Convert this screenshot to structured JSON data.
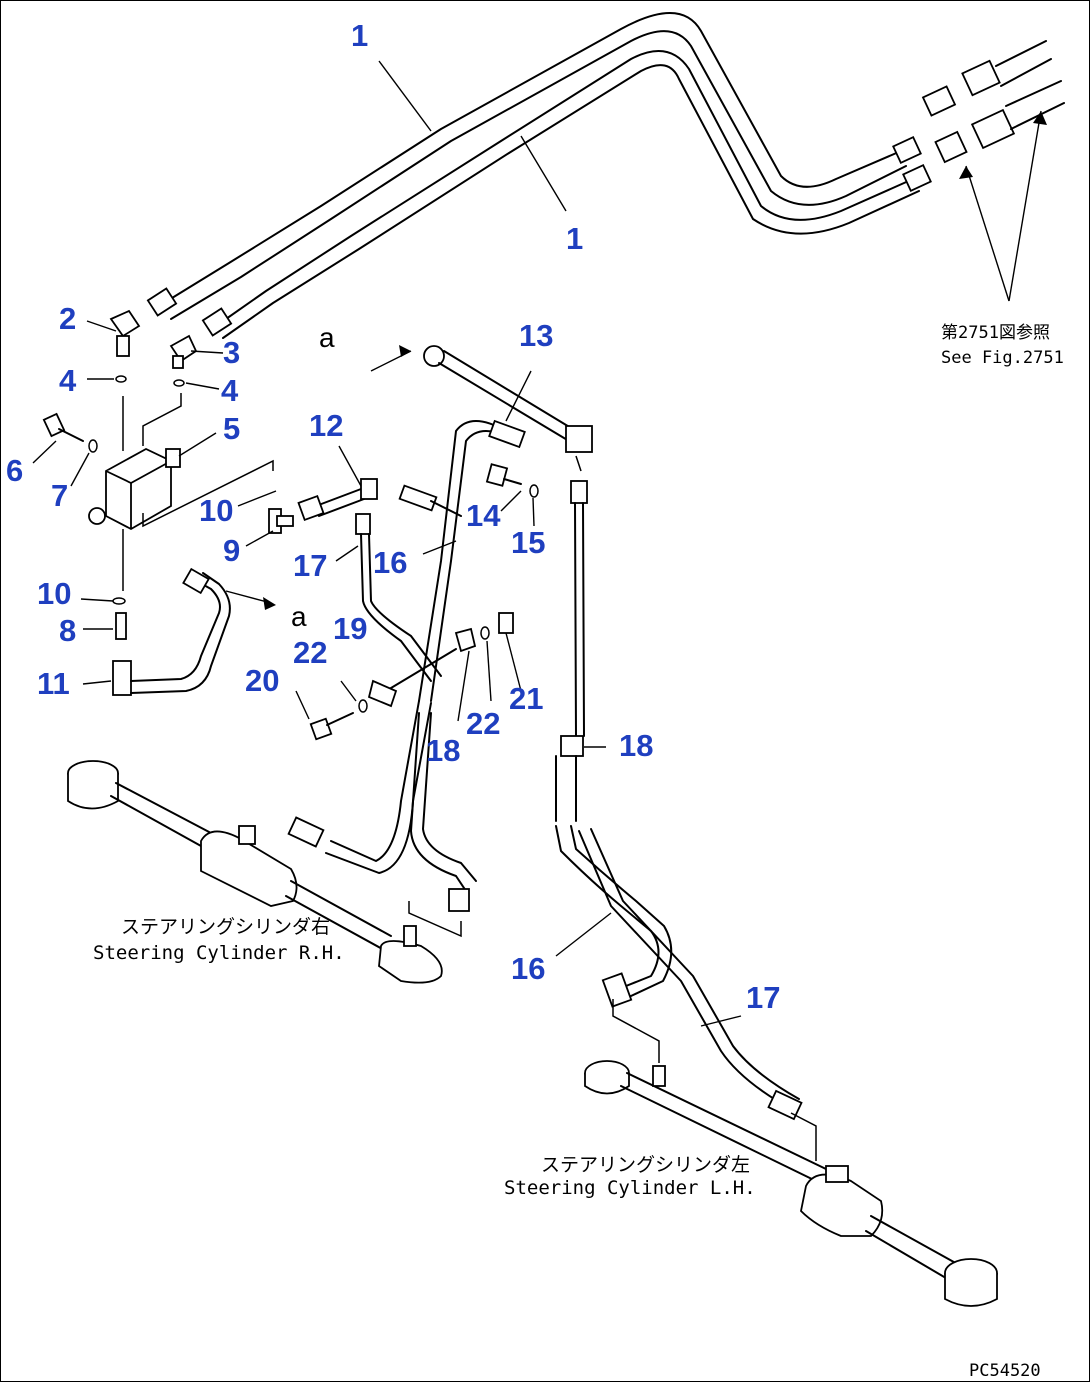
{
  "callouts": {
    "c1a": "1",
    "c1b": "1",
    "c2": "2",
    "c3": "3",
    "c4a": "4",
    "c4b": "4",
    "c5": "5",
    "c6": "6",
    "c7": "7",
    "c8": "8",
    "c9": "9",
    "c10a": "10",
    "c10b": "10",
    "c11": "11",
    "c12": "12",
    "c13": "13",
    "c14": "14",
    "c15": "15",
    "c16a": "16",
    "c16b": "16",
    "c17a": "17",
    "c17b": "17",
    "c18a": "18",
    "c18b": "18",
    "c19": "19",
    "c20": "20",
    "c21": "21",
    "c22a": "22",
    "c22b": "22"
  },
  "markers": {
    "a1": "a",
    "a2": "a"
  },
  "notes": {
    "ref_jp": "第2751図参照",
    "ref_en": "See Fig.2751",
    "cyl_rh_jp": "ステアリングシリンダ右",
    "cyl_rh_en": "Steering Cylinder R.H.",
    "cyl_lh_jp": "ステアリングシリンダ左",
    "cyl_lh_en": "Steering Cylinder L.H."
  },
  "figure_code": "PC54520"
}
